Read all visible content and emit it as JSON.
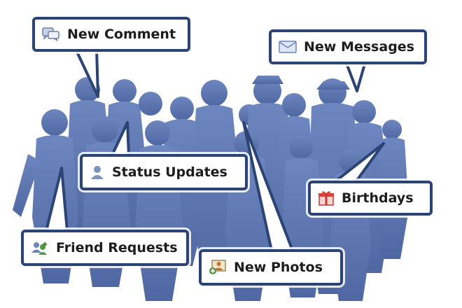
{
  "colors": {
    "silhouette": "#5a74ae",
    "silhouette_dark": "#40588f",
    "border": "#2b4475",
    "background": "#ffffff"
  },
  "callouts": [
    {
      "label": "New Comment",
      "icon": "comment-icon"
    },
    {
      "label": "New Messages",
      "icon": "envelope-icon"
    },
    {
      "label": "Status Updates",
      "icon": "person-icon"
    },
    {
      "label": "Birthdays",
      "icon": "gift-icon"
    },
    {
      "label": "Friend Requests",
      "icon": "friend-request-icon"
    },
    {
      "label": "New Photos",
      "icon": "photo-icon"
    }
  ]
}
